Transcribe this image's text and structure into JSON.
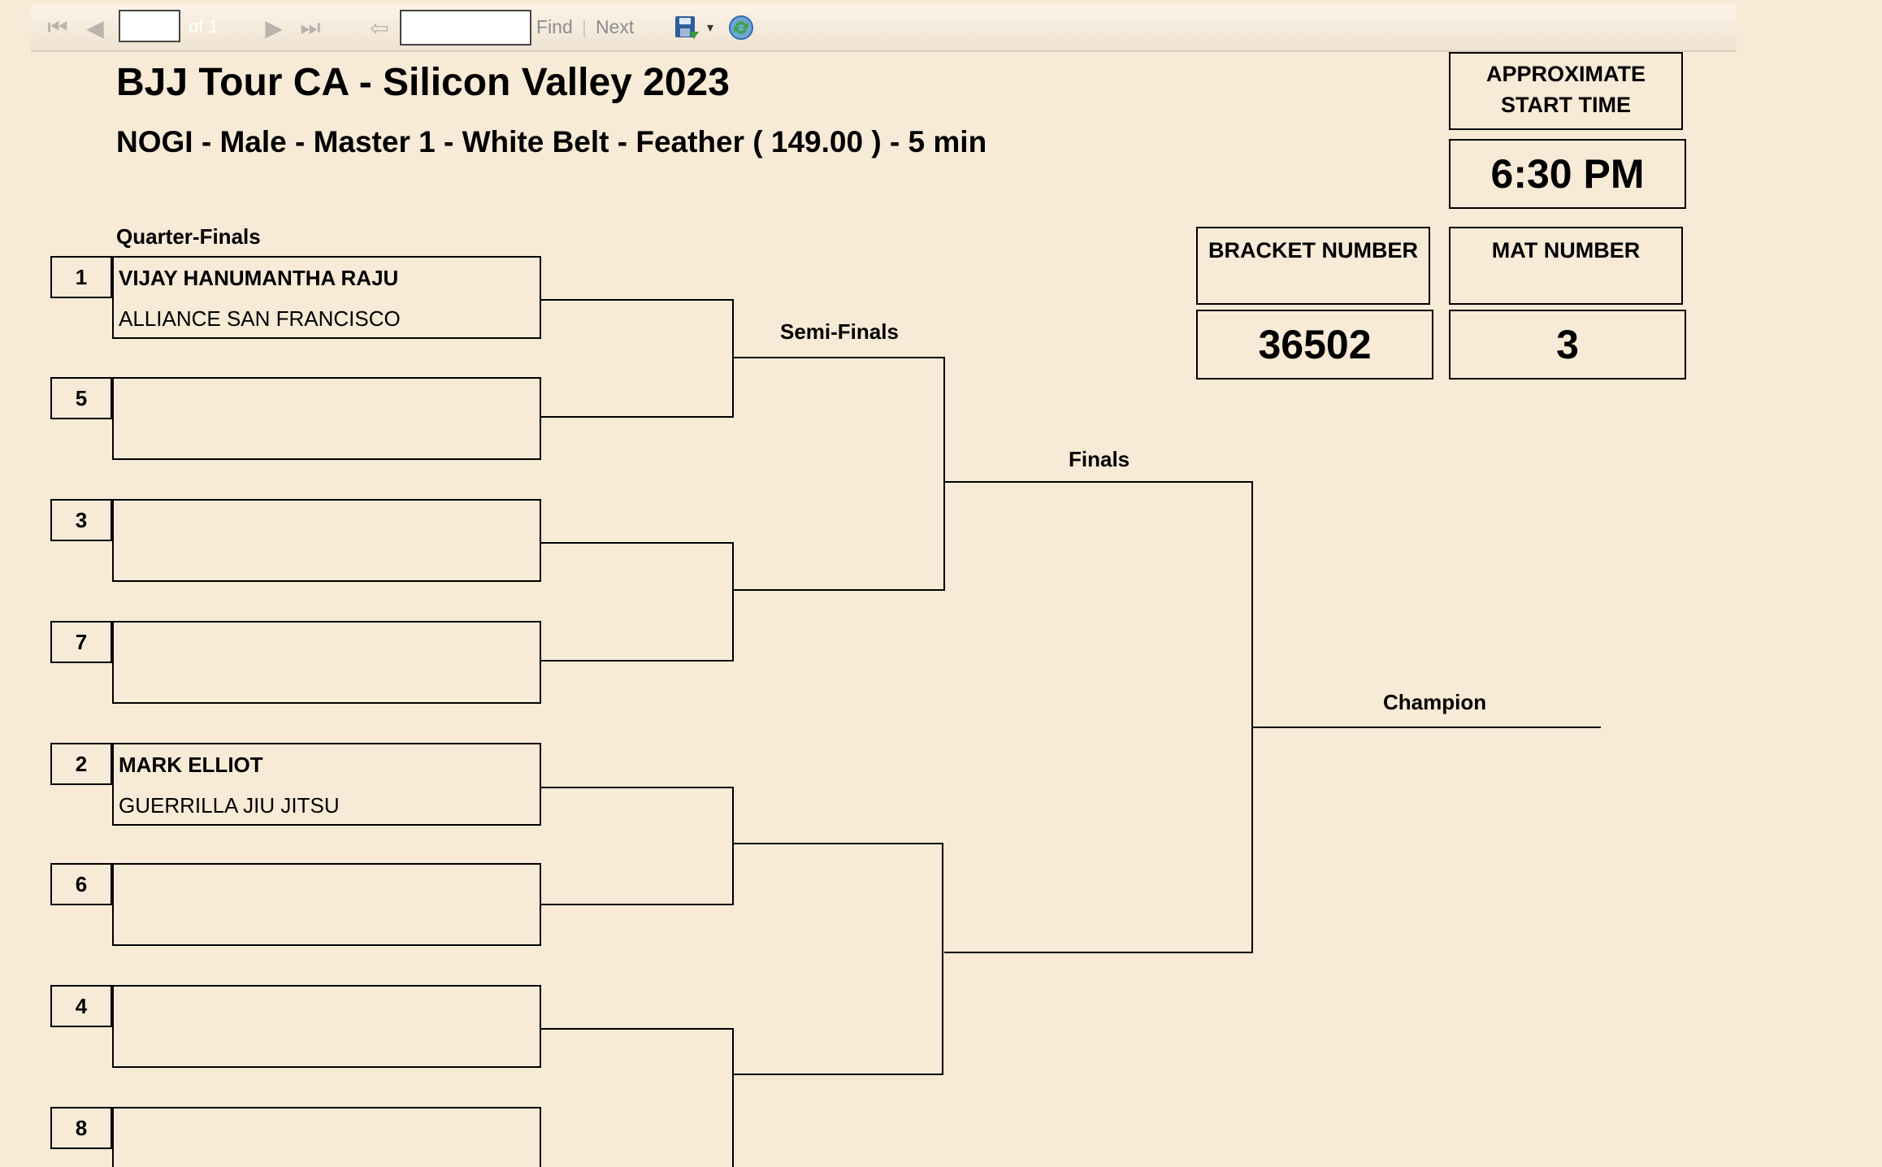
{
  "toolbar": {
    "page_value": "",
    "page_of": "of 1",
    "find_value": "",
    "find_label": "Find",
    "separator": "|",
    "next_label": "Next",
    "icons": [
      "first-page-icon",
      "prev-page-icon",
      "next-page-icon",
      "last-page-icon",
      "back-icon",
      "save-icon",
      "dropdown-arrow-icon",
      "refresh-icon"
    ]
  },
  "header": {
    "event_title": "BJJ Tour CA - Silicon Valley 2023",
    "division_title": "NOGI - Male - Master 1 - White Belt - Feather ( 149.00 ) - 5 min"
  },
  "info": {
    "start_time_label": "APPROXIMATE START TIME",
    "start_time_value": "6:30 PM",
    "bracket_number_label": "BRACKET NUMBER",
    "bracket_number_value": "36502",
    "mat_number_label": "MAT NUMBER",
    "mat_number_value": "3"
  },
  "rounds": {
    "quarter": "Quarter-Finals",
    "semi": "Semi-Finals",
    "finals": "Finals",
    "champion": "Champion"
  },
  "slots": [
    {
      "seed": "1",
      "name": "VIJAY HANUMANTHA RAJU",
      "team": "ALLIANCE SAN FRANCISCO"
    },
    {
      "seed": "5",
      "name": "",
      "team": ""
    },
    {
      "seed": "3",
      "name": "",
      "team": ""
    },
    {
      "seed": "7",
      "name": "",
      "team": ""
    },
    {
      "seed": "2",
      "name": "MARK ELLIOT",
      "team": "GUERRILLA JIU JITSU"
    },
    {
      "seed": "6",
      "name": "",
      "team": ""
    },
    {
      "seed": "4",
      "name": "",
      "team": ""
    },
    {
      "seed": "8",
      "name": "",
      "team": ""
    }
  ]
}
